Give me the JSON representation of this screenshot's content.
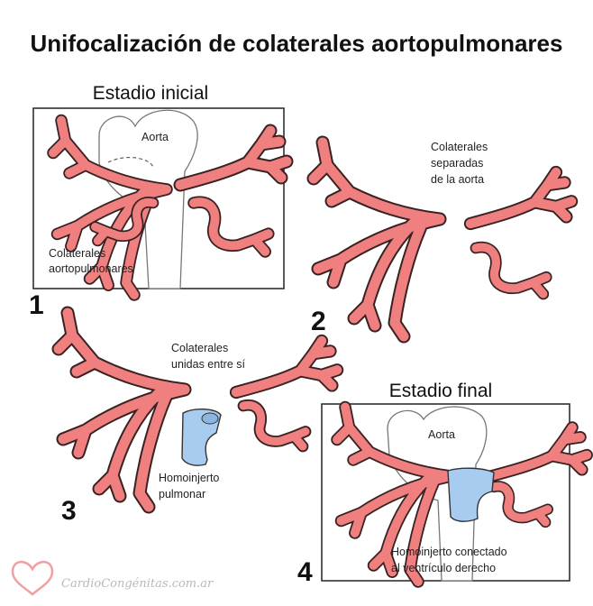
{
  "title": "Unifocalización de colaterales aortopulmonares",
  "panel1": {
    "stage": "Estadio inicial",
    "aorta_label": "Aorta",
    "label_line1": "Colaterales",
    "label_line2": "aortopulmonares",
    "number": "1"
  },
  "panel2": {
    "label_line1": "Colaterales",
    "label_line2": "separadas",
    "label_line3": "de la aorta",
    "number": "2"
  },
  "panel3": {
    "label_line1": "Colaterales",
    "label_line2": "unidas entre sí",
    "graft_line1": "Homoinjerto",
    "graft_line2": "pulmonar",
    "number": "3"
  },
  "panel4": {
    "stage": "Estadio final",
    "aorta_label": "Aorta",
    "label_line1": "Homoinjerto conectado",
    "label_line2": "al ventrículo derecho",
    "number": "4"
  },
  "brand": "CardioCongénitas.com.ar",
  "colors": {
    "vessel": "#f08080",
    "graft": "#a8ccef",
    "outline": "#3a2222"
  }
}
